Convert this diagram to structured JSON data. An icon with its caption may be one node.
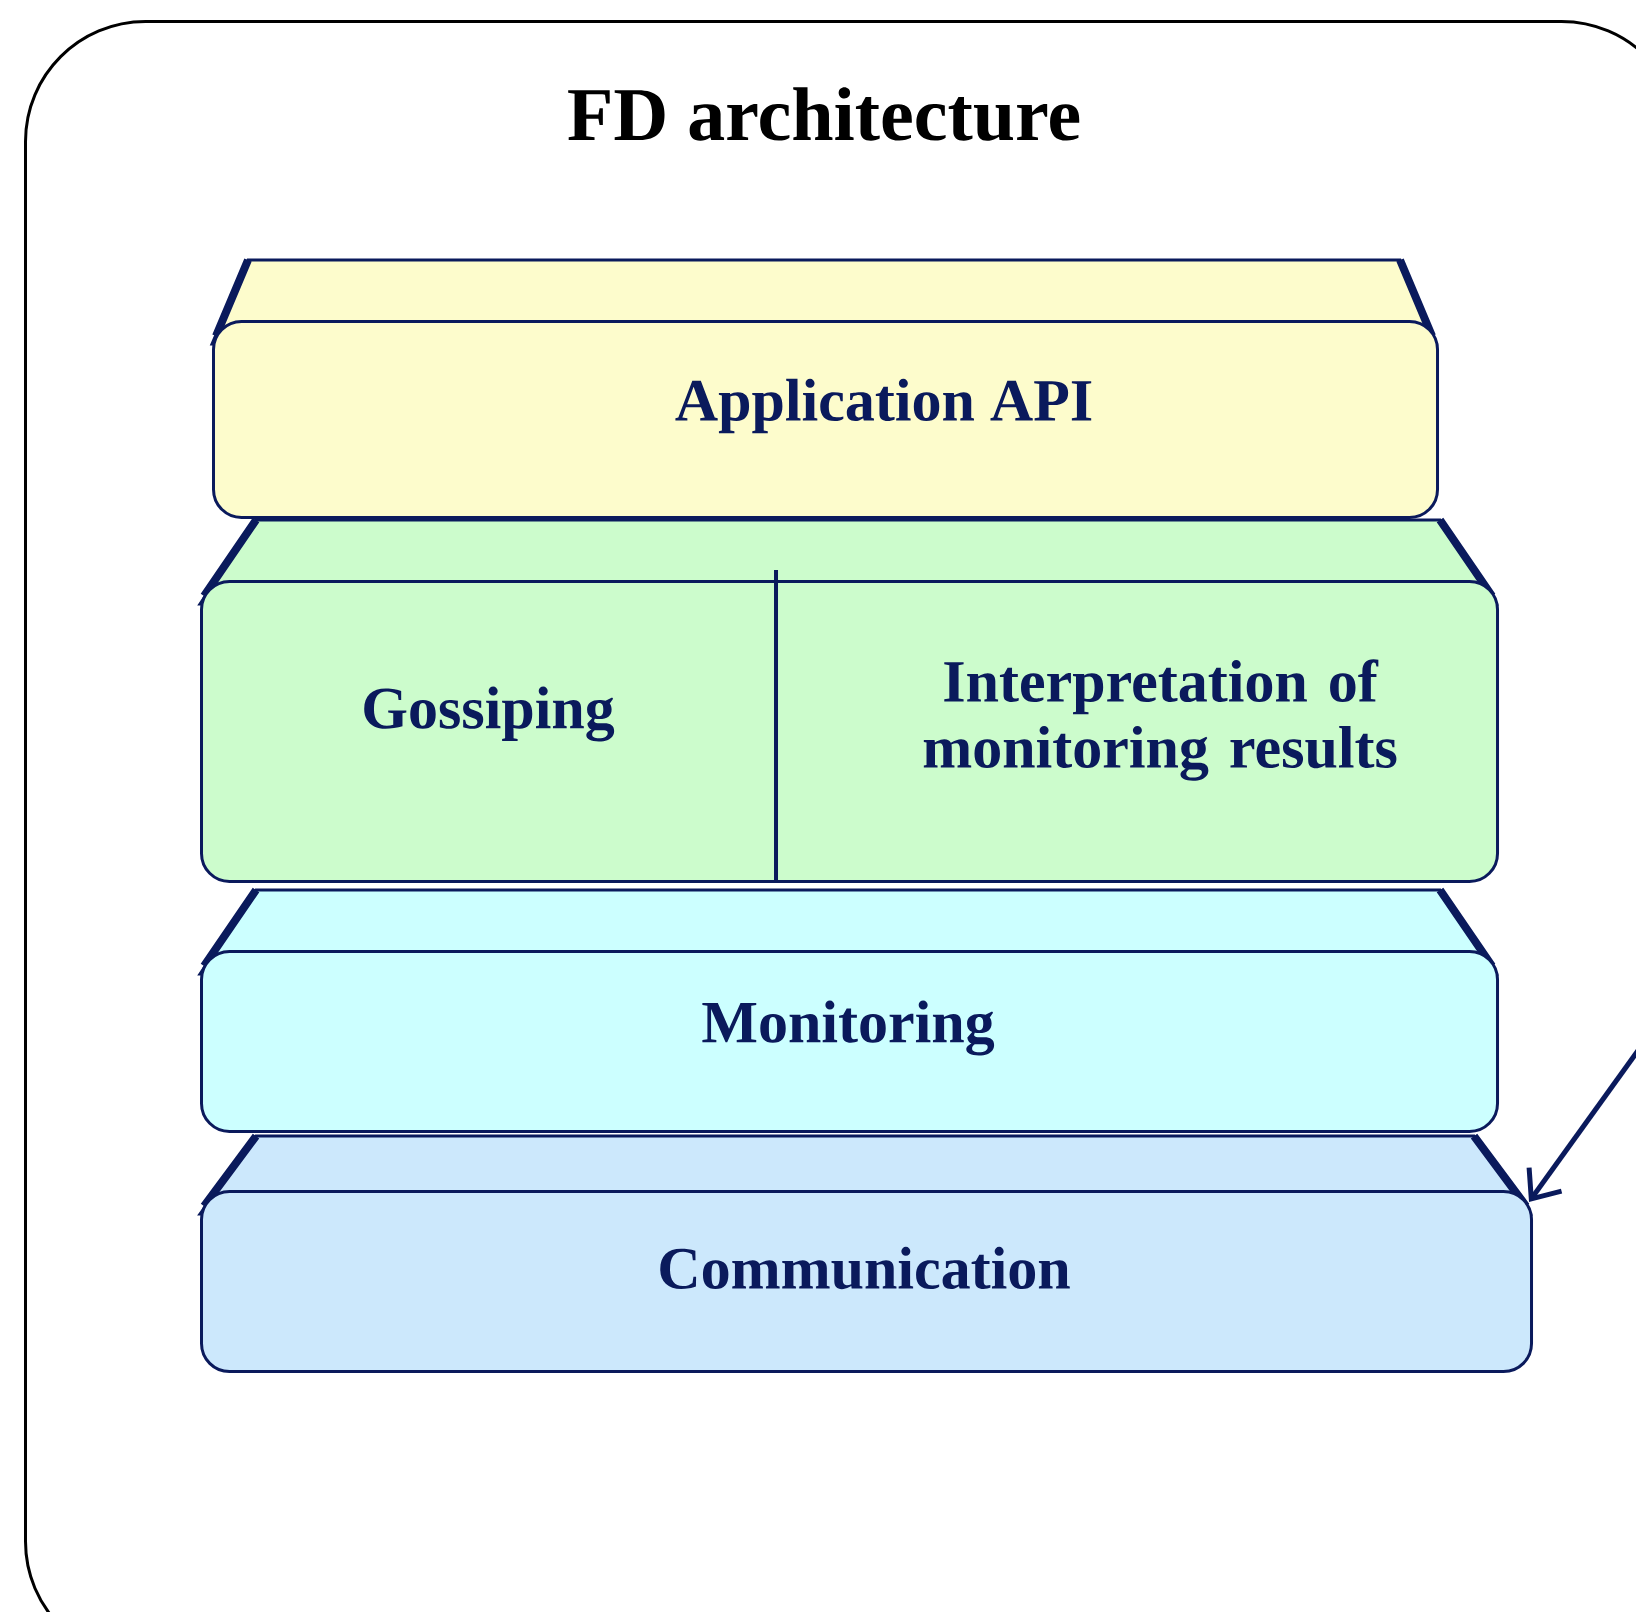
{
  "diagram": {
    "nodes": [
      {
        "text": [
          "FD architecture"
        ]
      },
      {
        "text": [
          "Application API"
        ],
        "in": 0
      },
      {
        "text": [
          "Gossiping",
          "Interpretation of monitoring results"
        ],
        "in": 0
      },
      {
        "text": [
          "Monitoring"
        ],
        "in": 0
      },
      {
        "text": [
          "Communication"
        ],
        "in": 0
      }
    ],
    "edges": [
      {
        "from": null,
        "to": 4,
        "arrow": "to"
      }
    ]
  }
}
